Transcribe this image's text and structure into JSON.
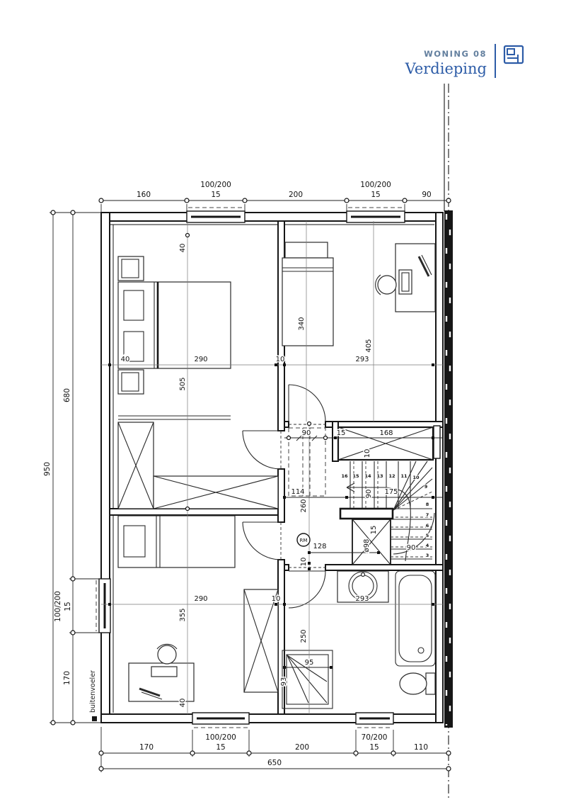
{
  "header": {
    "project": "WONING 08",
    "floor": "Verdieping"
  },
  "outer_dims": {
    "top": {
      "seg1": "160",
      "win1_size": "100/200",
      "win1_sill": "15",
      "seg2": "200",
      "win2_size": "100/200",
      "win2_sill": "15",
      "seg3": "90"
    },
    "left": {
      "total": "950",
      "seg1": "680",
      "win_size": "100/200",
      "win_sill": "15",
      "seg2": "170"
    },
    "bottom": {
      "seg1": "170",
      "win1_size": "100/200",
      "win1_sill": "15",
      "seg2": "200",
      "win2_size": "70/200",
      "win2_sill": "15",
      "seg3": "110",
      "total": "650"
    }
  },
  "rooms": {
    "bedroom1": {
      "offset_top": "40",
      "offset_left": "40",
      "width": "290",
      "wall": "10",
      "length": "505"
    },
    "bedroom2": {
      "bed_line": "340",
      "length": "405",
      "width": "293"
    },
    "bedroom3": {
      "length": "355",
      "width": "290",
      "wall": "10",
      "offset_bottom": "40"
    },
    "bathroom": {
      "width": "293",
      "length": "250",
      "wall": "10"
    },
    "shower": {
      "width": "95",
      "depth": "93"
    },
    "hall": {
      "door": "90",
      "wall15": "15",
      "void": "168",
      "void_wall": "10",
      "width": "114",
      "length": "260",
      "to_shaft": "128"
    }
  },
  "stairs": {
    "upper_width": "90",
    "winder": "175",
    "lower_width": "90",
    "shaft": "ø98",
    "shaft_side": "15",
    "treads": [
      "16",
      "15",
      "14",
      "13",
      "12",
      "11",
      "10",
      "9",
      "8",
      "7",
      "6",
      "5",
      "4",
      "3"
    ]
  },
  "annotations": {
    "smoke_detector": "RM",
    "outdoor_sensor": "buitenvoeler"
  }
}
